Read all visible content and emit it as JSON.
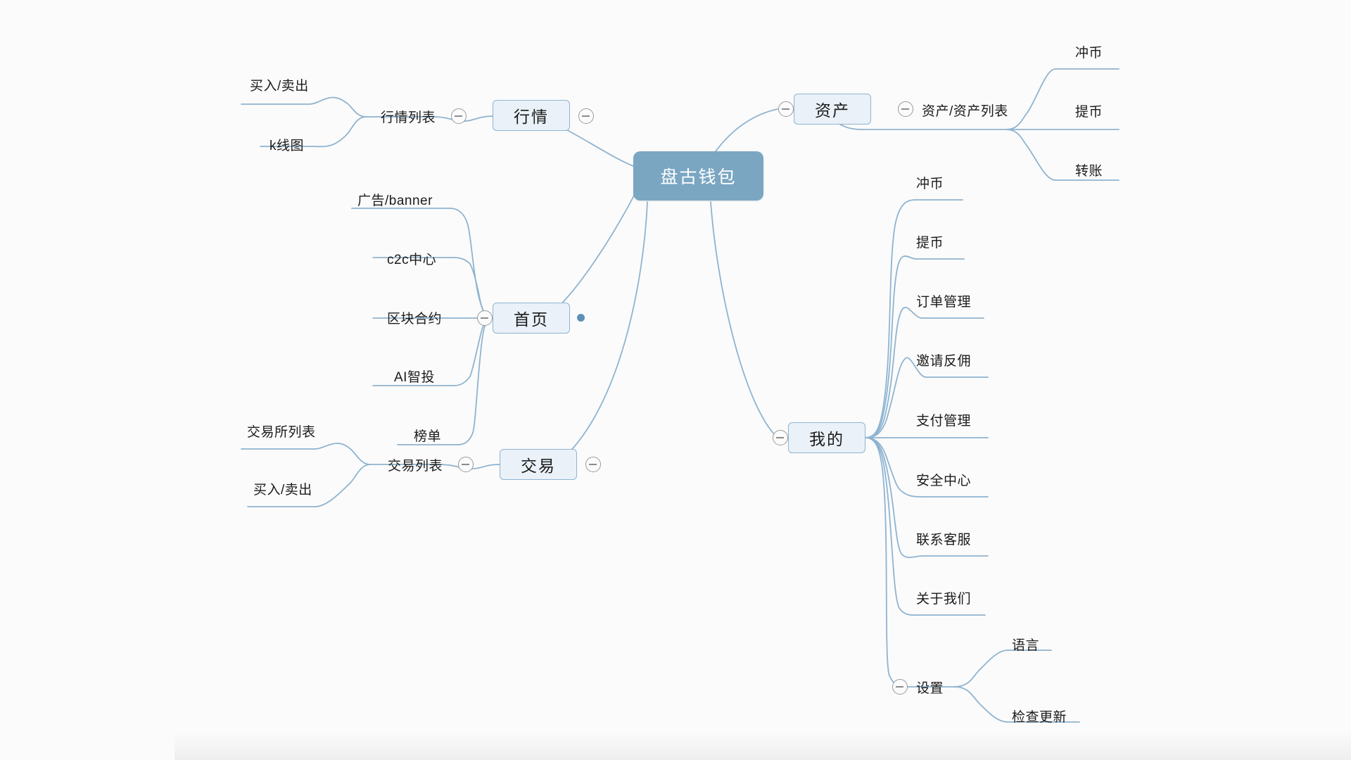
{
  "app": {
    "type": "mind-map",
    "background_color": "#fbfbfb",
    "accent_color": "#7aa6c2",
    "edge_color": "#8fb4d0",
    "node_fill": "#eaf1f8",
    "node_border": "#8fb4d0"
  },
  "root": {
    "label": "盘古钱包"
  },
  "branches": {
    "hangqing": {
      "label": "行情",
      "sub": {
        "label": "行情列表"
      },
      "leaves": [
        {
          "label": "买入/卖出"
        },
        {
          "label": "k线图"
        }
      ]
    },
    "shouye": {
      "label": "首页",
      "leaves": [
        {
          "label": "广告/banner"
        },
        {
          "label": "c2c中心"
        },
        {
          "label": "区块合约"
        },
        {
          "label": "AI智投"
        },
        {
          "label": "榜单"
        }
      ]
    },
    "jiaoyi": {
      "label": "交易",
      "sub": {
        "label": "交易列表"
      },
      "leaves": [
        {
          "label": "交易所列表"
        },
        {
          "label": "买入/卖出"
        }
      ]
    },
    "zichan": {
      "label": "资产",
      "sub": {
        "label": "资产/资产列表"
      },
      "leaves": [
        {
          "label": "冲币"
        },
        {
          "label": "提币"
        },
        {
          "label": "转账"
        }
      ]
    },
    "wode": {
      "label": "我的",
      "leaves": [
        {
          "label": "冲币"
        },
        {
          "label": "提币"
        },
        {
          "label": "订单管理"
        },
        {
          "label": "邀请反佣"
        },
        {
          "label": "支付管理"
        },
        {
          "label": "安全中心"
        },
        {
          "label": "联系客服"
        },
        {
          "label": "关于我们"
        },
        {
          "label": "设置"
        }
      ],
      "settings_children": [
        {
          "label": "语言"
        },
        {
          "label": "检查更新"
        }
      ]
    }
  },
  "icons": {
    "collapse": "minus-circle-icon",
    "selected_dot": "dot-icon"
  }
}
